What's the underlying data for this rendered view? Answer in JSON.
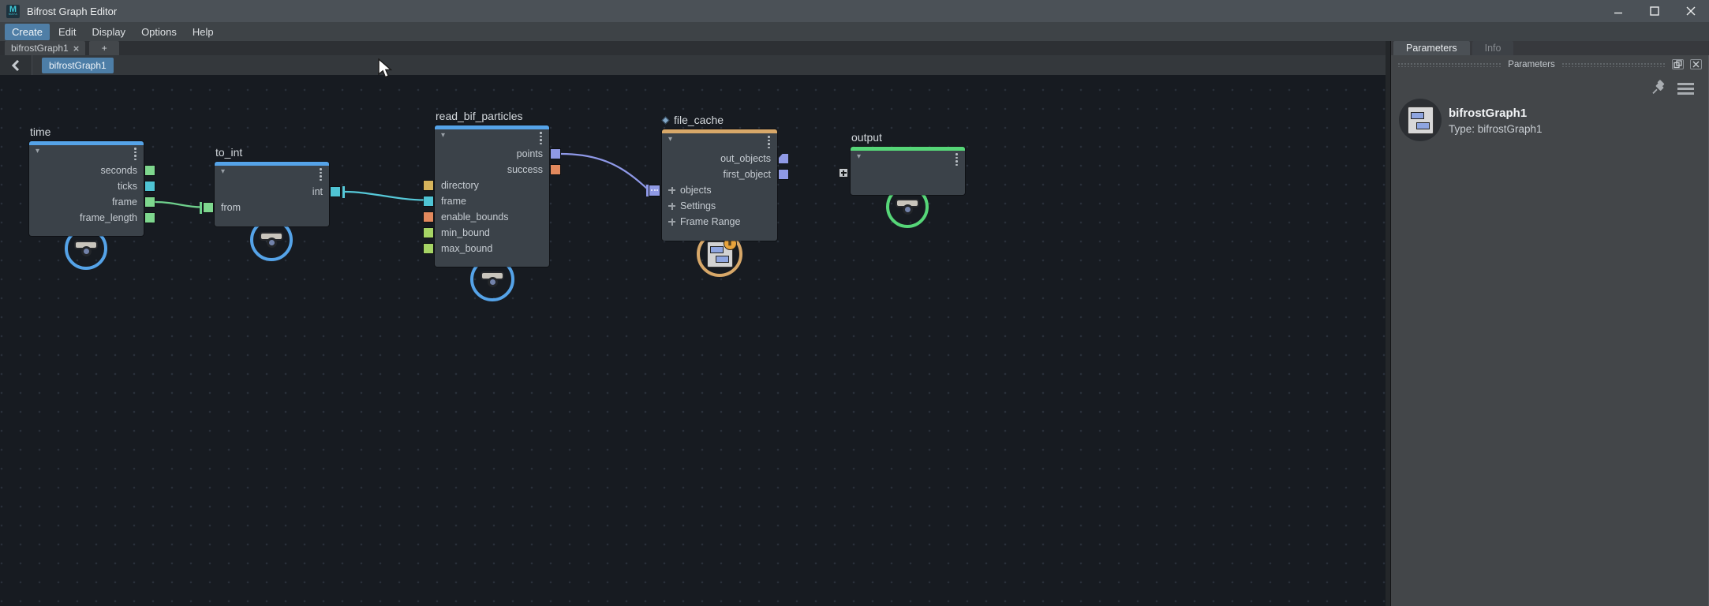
{
  "window": {
    "title": "Bifrost Graph Editor",
    "app_icon": "maya-logo",
    "logo_letter": "M",
    "logo_word": "MAYA"
  },
  "menubar": {
    "items": [
      {
        "label": "Create",
        "active": true
      },
      {
        "label": "Edit"
      },
      {
        "label": "Display"
      },
      {
        "label": "Options"
      },
      {
        "label": "Help"
      }
    ]
  },
  "tabbar": {
    "tabs": [
      {
        "label": "bifrostGraph1",
        "close_glyph": "×"
      }
    ],
    "add_tab_label": "+"
  },
  "breadcrumb": {
    "current": "bifrostGraph1"
  },
  "graph": {
    "nodes": [
      {
        "title": "time",
        "accent": "#55a3e8",
        "outputs": [
          {
            "name": "seconds",
            "color": "#7ed78e"
          },
          {
            "name": "ticks",
            "color": "#4fc4d4"
          },
          {
            "name": "frame",
            "color": "#7ed78e"
          },
          {
            "name": "frame_length",
            "color": "#7ed78e"
          }
        ]
      },
      {
        "title": "to_int",
        "accent": "#55a3e8",
        "outputs": [
          {
            "name": "int",
            "color": "#4fc4d4"
          }
        ],
        "inputs": [
          {
            "name": "from",
            "color": "#7ed78e"
          }
        ]
      },
      {
        "title": "read_bif_particles",
        "accent": "#55a3e8",
        "outputs": [
          {
            "name": "points",
            "color": "#8f99e4"
          },
          {
            "name": "success",
            "color": "#e2895d"
          }
        ],
        "inputs": [
          {
            "name": "directory",
            "color": "#d6b45c"
          },
          {
            "name": "frame",
            "color": "#4fc4d4"
          },
          {
            "name": "enable_bounds",
            "color": "#e2895d"
          },
          {
            "name": "min_bound",
            "color": "#a6d465"
          },
          {
            "name": "max_bound",
            "color": "#a6d465"
          }
        ]
      },
      {
        "title": "file_cache",
        "accent": "#d8a869",
        "modified_diamond_color": "#84a9c9",
        "outputs": [
          {
            "name": "out_objects",
            "color": "#8f99e4"
          },
          {
            "name": "first_object",
            "color": "#8f99e4"
          }
        ],
        "inputs": [
          {
            "name": "objects",
            "color": "#8f99e4",
            "multi": true
          }
        ],
        "groups": [
          {
            "name": "objects"
          },
          {
            "name": "Settings"
          },
          {
            "name": "Frame Range"
          }
        ],
        "badge_glyph": "Ⅱ"
      },
      {
        "title": "output",
        "accent": "#56d678",
        "add_input_glyph": "+"
      }
    ],
    "wires": [
      {
        "from": "time.frame",
        "to": "to_int.from",
        "color": "#6fd08c"
      },
      {
        "from": "to_int.int",
        "to": "read_bif_particles.frame",
        "color": "#56c8d8"
      },
      {
        "from": "read_bif_particles.points",
        "to": "file_cache.objects",
        "color": "#8f99e8"
      }
    ]
  },
  "parameters_panel": {
    "tabs": [
      {
        "label": "Parameters",
        "active": true
      },
      {
        "label": "Info",
        "active": false
      }
    ],
    "section_title": "Parameters",
    "node_name": "bifrostGraph1",
    "node_type": "Type: bifrostGraph1"
  },
  "colors": {
    "node_body": "#3b4249",
    "graph_background": "#171b21",
    "titlebar": "#4b5157",
    "menu_active": "#4f7ea6",
    "breadcrumb_chip": "#4d7ea7",
    "panel_background": "#434649"
  }
}
